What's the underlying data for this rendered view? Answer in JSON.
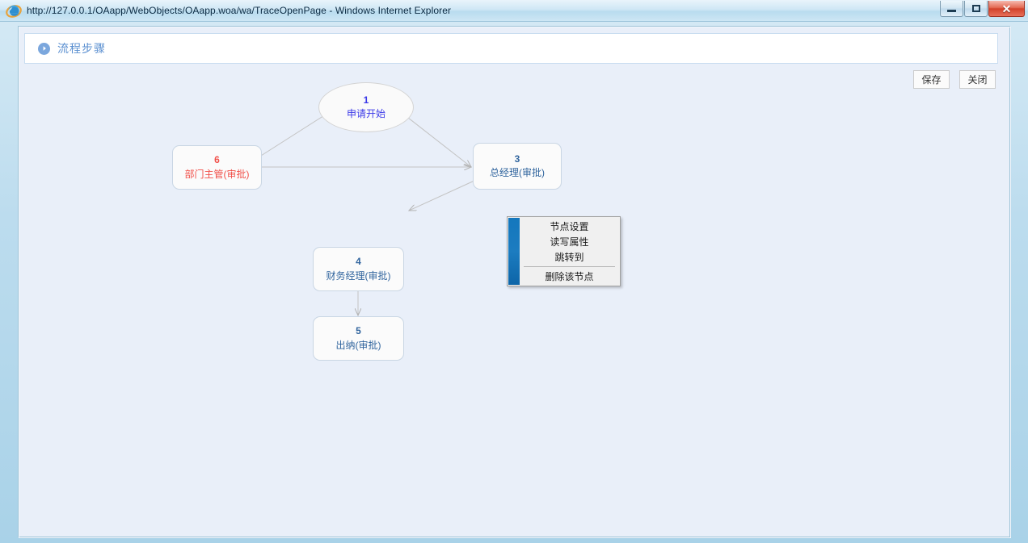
{
  "window": {
    "title": "http://127.0.0.1/OAapp/WebObjects/OAapp.woa/wa/TraceOpenPage - Windows Internet Explorer",
    "browser_icon": "internet-explorer-icon",
    "minimize_label": "",
    "maximize_label": "",
    "close_label": "✕"
  },
  "header": {
    "icon": "circle-arrow-right-icon",
    "title": "流程步骤"
  },
  "toolbar": {
    "save_label": "保存",
    "close_label": "关闭"
  },
  "colors": {
    "node_blue": "#31659e",
    "node_red": "#f1504a",
    "start_blue": "#3b39e8",
    "menu_accent": "#1477bd",
    "canvas_bg": "#e9eff9"
  },
  "diagram": {
    "nodes": [
      {
        "id": "1",
        "label": "申请开始",
        "shape": "ellipse",
        "color": "start"
      },
      {
        "id": "6",
        "label": "部门主管(审批)",
        "shape": "rect",
        "color": "red"
      },
      {
        "id": "3",
        "label": "总经理(审批)",
        "shape": "rect",
        "color": "blue"
      },
      {
        "id": "4",
        "label": "财务经理(审批)",
        "shape": "rect",
        "color": "blue"
      },
      {
        "id": "5",
        "label": "出纳(审批)",
        "shape": "rect",
        "color": "blue"
      }
    ],
    "edges": [
      {
        "from": "6",
        "to": "1"
      },
      {
        "from": "1",
        "to": "3"
      },
      {
        "from": "6",
        "to": "3"
      },
      {
        "from": "3",
        "to": "4"
      },
      {
        "from": "4",
        "to": "5"
      }
    ]
  },
  "context_menu": {
    "target_node": "3",
    "items": [
      {
        "label": "节点设置",
        "separator_before": false
      },
      {
        "label": "读写属性",
        "separator_before": false
      },
      {
        "label": "跳转到",
        "separator_before": false
      },
      {
        "label": "删除该节点",
        "separator_before": true
      }
    ]
  }
}
